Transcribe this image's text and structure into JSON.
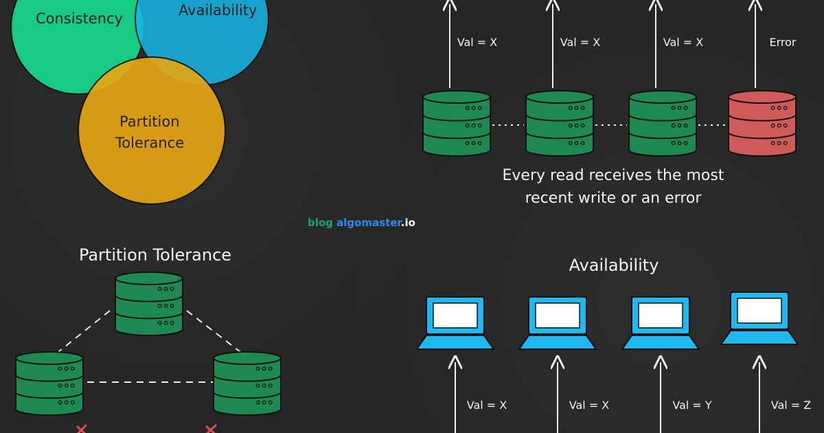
{
  "venn": {
    "consistency": "Consistency",
    "availability": "Availability",
    "partition_line1": "Partition",
    "partition_line2": "Tolerance",
    "colors": {
      "consistency": "#19d38a",
      "availability": "#16b6e6",
      "partition": "#eaa713"
    }
  },
  "consistency_panel": {
    "read_labels": [
      "Val = X",
      "Val = X",
      "Val = X",
      "Error"
    ],
    "node_states": [
      "ok",
      "ok",
      "ok",
      "error"
    ],
    "caption_line1": "Every read receives the most",
    "caption_line2": "recent write or an error",
    "colors": {
      "ok": "#1e8a52",
      "error": "#cf5a5a"
    }
  },
  "brand": {
    "part1": "blog ",
    "part2": "algomaster",
    "part3": ".io",
    "colors": {
      "part1": "#1aa37a",
      "part2": "#2e8cf0",
      "part3": "#ffffff"
    }
  },
  "partition_panel": {
    "title": "Partition Tolerance"
  },
  "availability_panel": {
    "title": "Availability",
    "read_labels": [
      "Val = X",
      "Val = X",
      "Val = Y",
      "Val = Z"
    ],
    "colors": {
      "laptop": "#1fb8ef"
    }
  }
}
